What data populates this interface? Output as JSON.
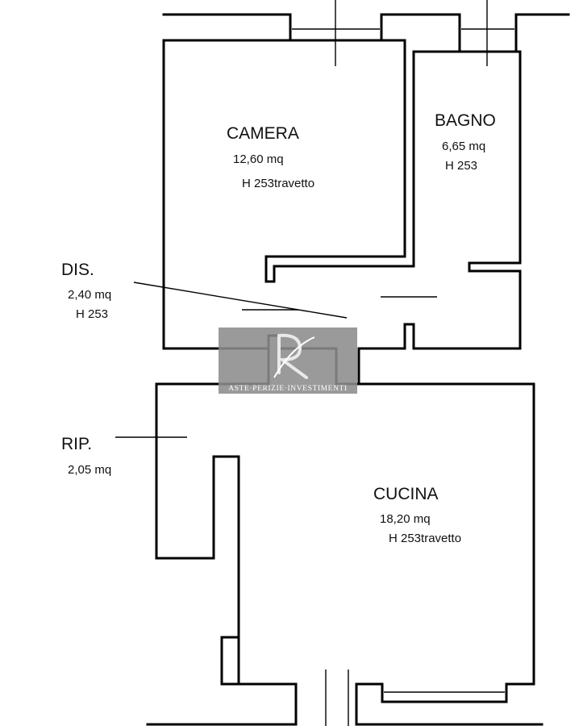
{
  "rooms": {
    "camera": {
      "name": "CAMERA",
      "area": "12,60 mq",
      "height": "H 253travetto"
    },
    "bagno": {
      "name": "BAGNO",
      "area": "6,65 mq",
      "height": "H 253"
    },
    "dis": {
      "name": "DIS.",
      "area": "2,40 mq",
      "height": "H 253"
    },
    "rip": {
      "name": "RIP.",
      "area": "2,05 mq"
    },
    "cucina": {
      "name": "CUCINA",
      "area": "18,20 mq",
      "height": "H 253travetto"
    }
  },
  "watermark": {
    "monogram": "R",
    "tagline": "ASTE·PERIZIE·INVESTIMENTI"
  },
  "colors": {
    "wall": "#000000",
    "watermark_bg": "#8c8c8c",
    "watermark_text": "#ffffff"
  }
}
